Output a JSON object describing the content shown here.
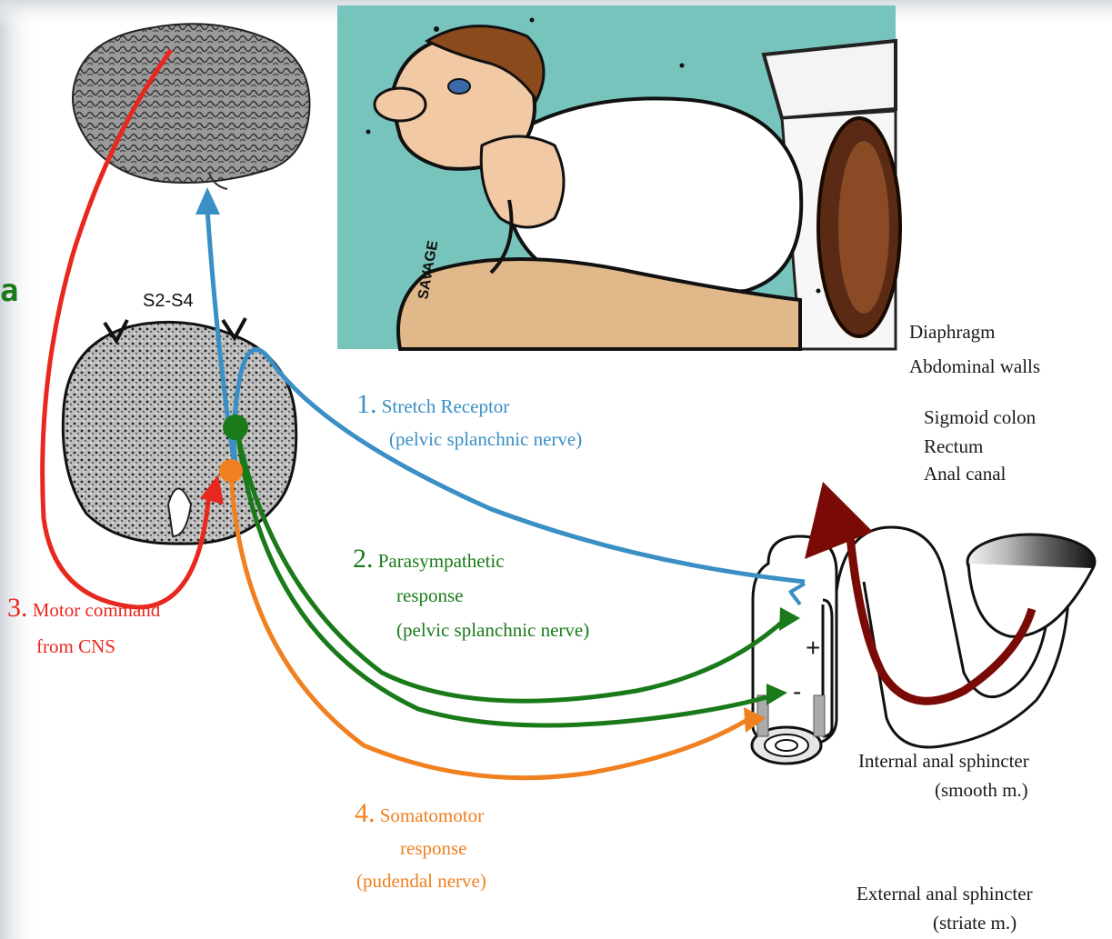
{
  "spine_label": "S2-S4",
  "edge_fragment": "a",
  "steps": [
    {
      "number": "1.",
      "line1": "Stretch Receptor",
      "line2": "(pelvic splanchnic nerve)",
      "color": "#3a8fc4"
    },
    {
      "number": "2.",
      "line1": "Parasympathetic",
      "line2": "response",
      "line3": "(pelvic splanchnic nerve)",
      "color": "#1a7a1a"
    },
    {
      "number": "3.",
      "line1": "Motor command",
      "line2": "from CNS",
      "color": "#e8281e"
    },
    {
      "number": "4.",
      "line1": "Somatomotor",
      "line2": "response",
      "line3": "(pudendal nerve)",
      "color": "#f08020"
    }
  ],
  "anatomy": {
    "diaphragm": "Diaphragm",
    "abdominal_walls": "Abdominal walls",
    "sigmoid_colon": "Sigmoid colon",
    "rectum": "Rectum",
    "anal_canal": "Anal canal",
    "internal_sphincter": "Internal anal sphincter",
    "internal_sphincter_type": "(smooth m.)",
    "external_sphincter": "External anal sphincter",
    "external_sphincter_type": "(striate m.)"
  },
  "signs": {
    "plus": "+",
    "minus": "-"
  },
  "cartoon_signature": "SAVAGE"
}
